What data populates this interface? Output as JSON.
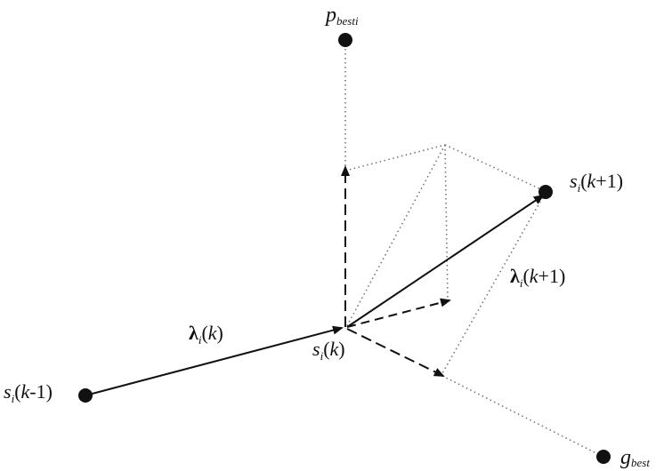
{
  "labels": {
    "p_best_main": "p",
    "p_best_sub": "best",
    "p_best_subindex": "i",
    "g_best_main": "g",
    "g_best_sub": "best",
    "s_prev_s": "s",
    "s_prev_i": "i",
    "s_prev_k": "k",
    "s_prev_rest": "-1)",
    "s_cur_s": "s",
    "s_cur_i": "i",
    "s_cur_k": "k",
    "s_next_s": "s",
    "s_next_i": "i",
    "s_next_k": "k",
    "s_next_rest": "+1)",
    "lambda_k_sym": "λ",
    "lambda_k_i": "i",
    "lambda_k_k": "k",
    "lambda_next_sym": "λ",
    "lambda_next_i": "i",
    "lambda_next_k": "k",
    "lambda_next_rest": "+1)",
    "open_paren": "(",
    "close_paren": ")"
  },
  "colors": {
    "ink": "#111111",
    "dotted": "#777777"
  }
}
